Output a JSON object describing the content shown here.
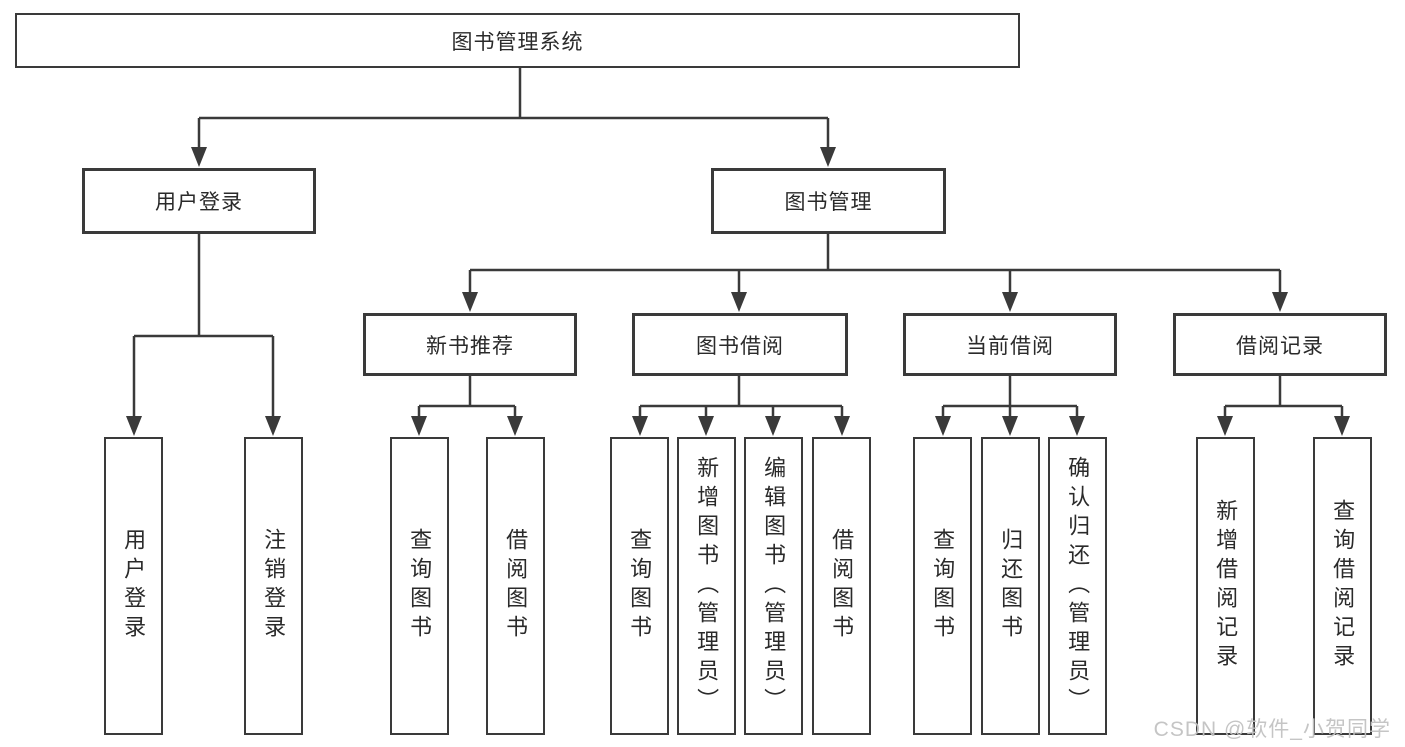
{
  "colors": {
    "line": "#3a3a3a",
    "box_border": "#3a3a3a",
    "text": "#2a2a2a",
    "background": "#ffffff",
    "watermark": "#c2c2c2"
  },
  "watermark": "CSDN @软件_小贺同学",
  "tree": {
    "label": "图书管理系统",
    "children": [
      {
        "label": "用户登录",
        "children": [
          {
            "label": "用户登录"
          },
          {
            "label": "注销登录"
          }
        ]
      },
      {
        "label": "图书管理",
        "children": [
          {
            "label": "新书推荐",
            "children": [
              {
                "label": "查询图书"
              },
              {
                "label": "借阅图书"
              }
            ]
          },
          {
            "label": "图书借阅",
            "children": [
              {
                "label": "查询图书"
              },
              {
                "label": "新增图书（管理员）"
              },
              {
                "label": "编辑图书（管理员）"
              },
              {
                "label": "借阅图书"
              }
            ]
          },
          {
            "label": "当前借阅",
            "children": [
              {
                "label": "查询图书"
              },
              {
                "label": "归还图书"
              },
              {
                "label": "确认归还（管理员）"
              }
            ]
          },
          {
            "label": "借阅记录",
            "children": [
              {
                "label": "新增借阅记录"
              },
              {
                "label": "查询借阅记录"
              }
            ]
          }
        ]
      }
    ]
  }
}
